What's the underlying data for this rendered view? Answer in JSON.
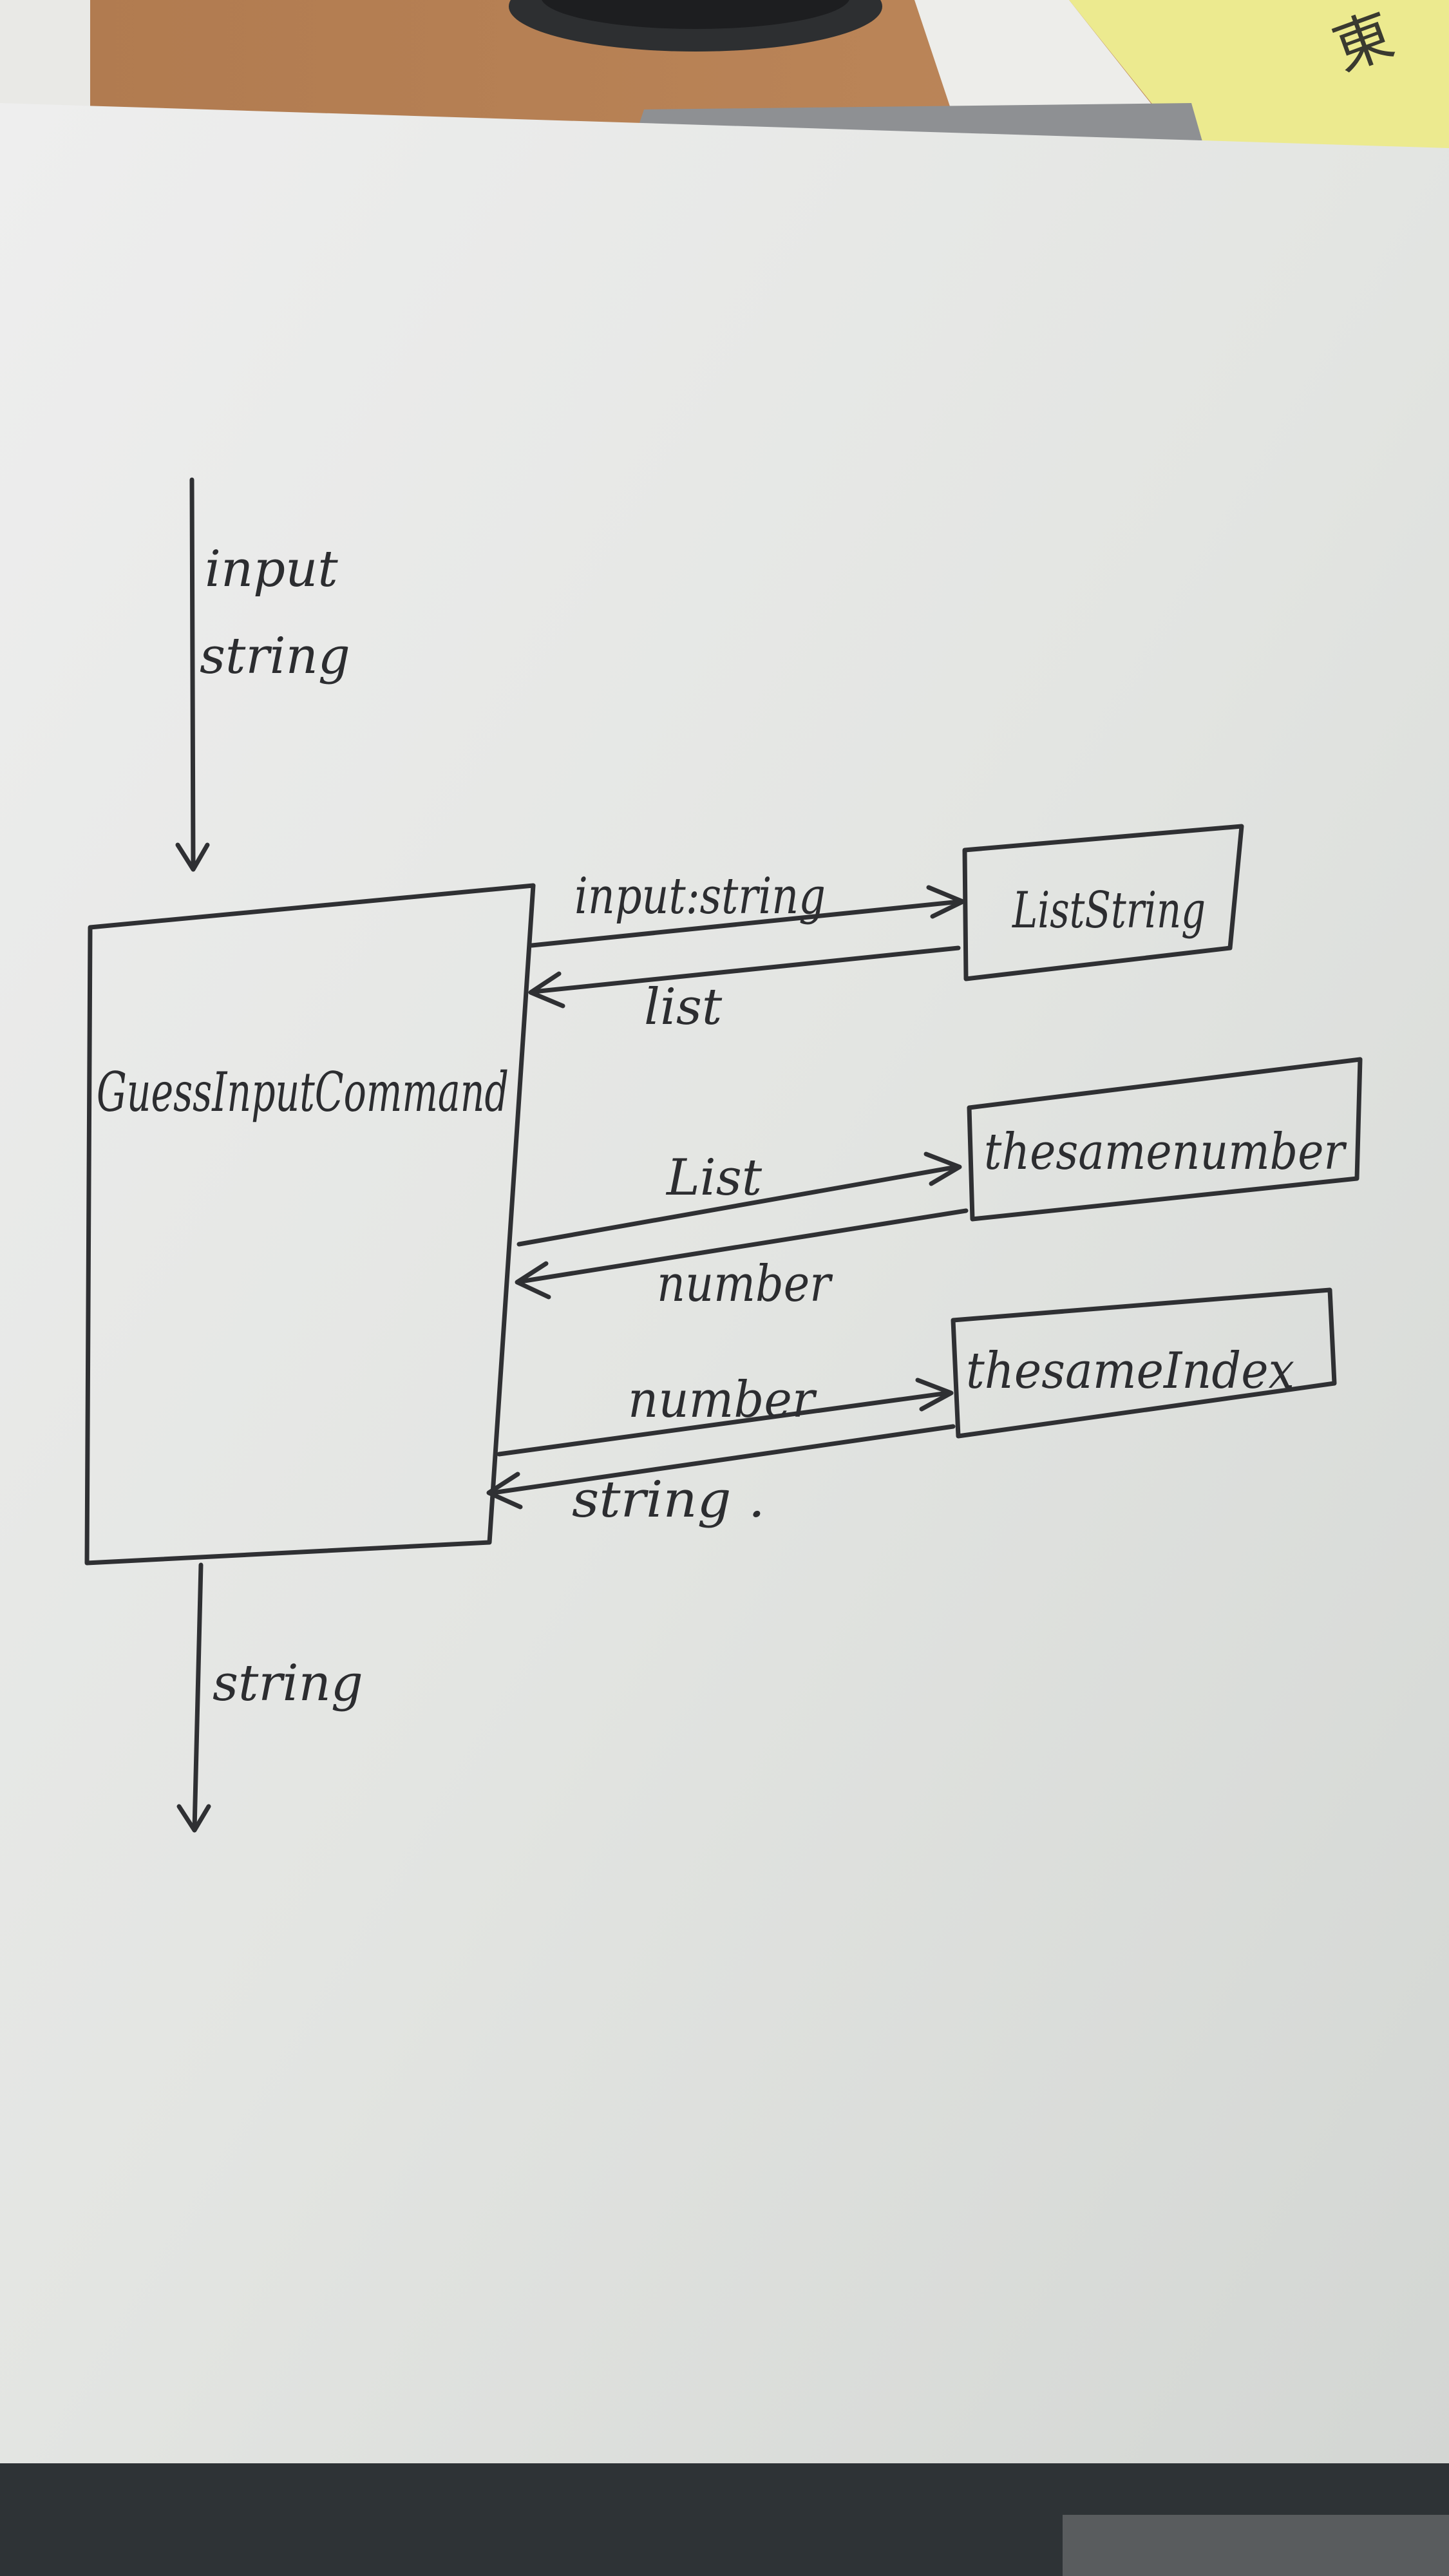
{
  "input_arrow": {
    "line1": "input",
    "line2": "string"
  },
  "main_box": {
    "label": "GuessInputCommand"
  },
  "boxes": [
    {
      "label": "ListString"
    },
    {
      "label": "thesamenumber"
    },
    {
      "label": "thesameIndex"
    }
  ],
  "exchanges": [
    {
      "request": "input:string",
      "response": "list"
    },
    {
      "request": "List",
      "response": "number"
    },
    {
      "request": "number",
      "response": "string ."
    }
  ],
  "output_arrow": {
    "label": "string"
  },
  "corner_note": "東"
}
